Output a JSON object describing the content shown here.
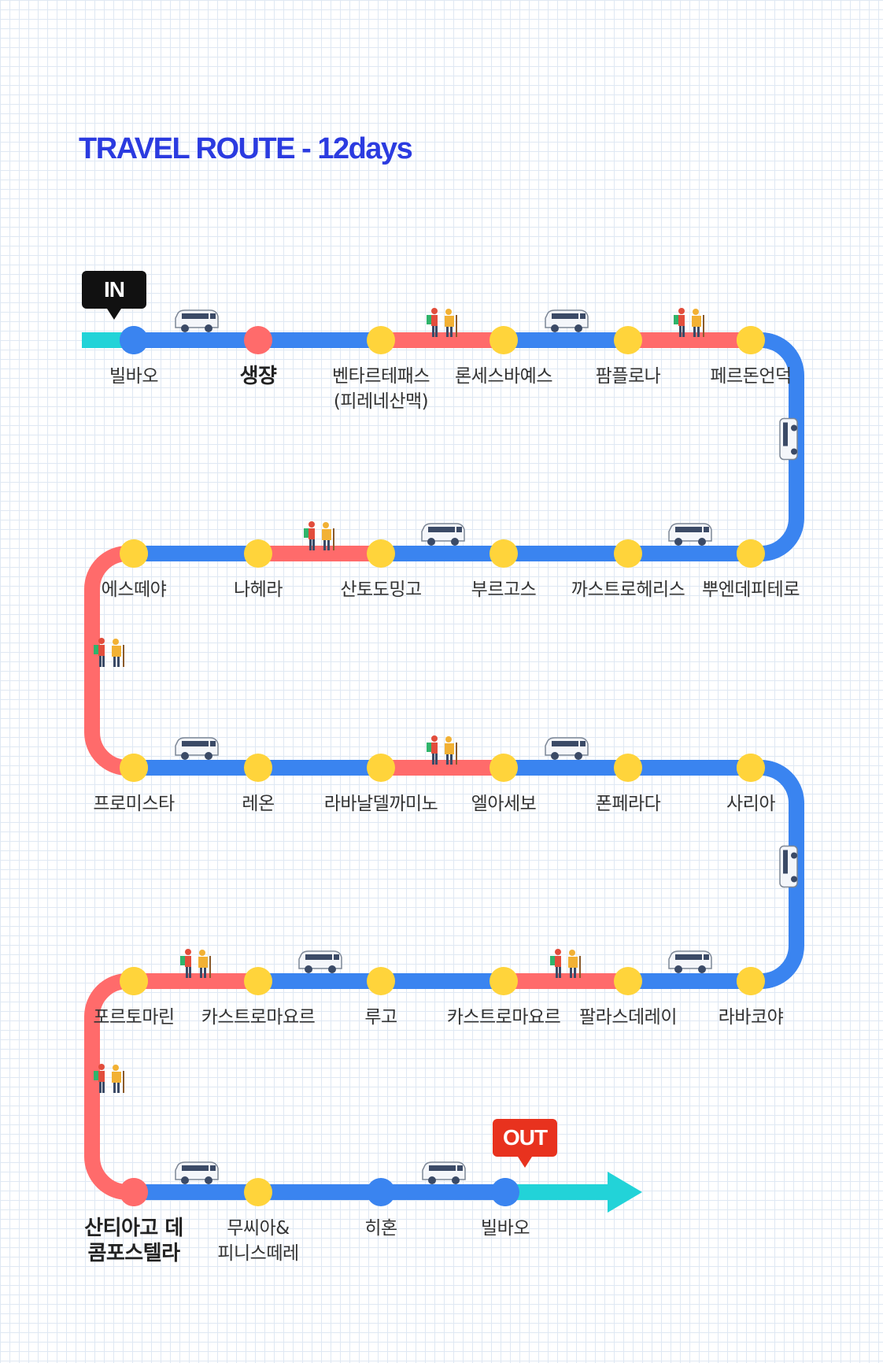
{
  "title": "TRAVEL ROUTE - 12days",
  "tags": {
    "in": "IN",
    "out": "OUT"
  },
  "colors": {
    "drive": "#3a84f0",
    "walk": "#ff6b6b",
    "transfer": "#22d3d8",
    "stop": "#ffd43b",
    "city": "#3a84f0",
    "highlight": "#ff6b6b",
    "title": "#2b3be0"
  },
  "legend_icons": [
    "van-icon",
    "hiker-icon"
  ],
  "rows": [
    {
      "stops": [
        {
          "lines": [
            "빌바오"
          ],
          "kind": "city"
        },
        {
          "lines": [
            "생쟝"
          ],
          "kind": "highlight",
          "bold": true
        },
        {
          "lines": [
            "벤타르테패스",
            "(피레네산맥)"
          ],
          "kind": "stop"
        },
        {
          "lines": [
            "론세스바예스"
          ],
          "kind": "stop"
        },
        {
          "lines": [
            "팜플로나"
          ],
          "kind": "stop"
        },
        {
          "lines": [
            "페르돈언덕"
          ],
          "kind": "stop"
        }
      ],
      "segments": [
        "drive",
        "drive",
        "walk",
        "drive",
        "walk"
      ],
      "icons": [
        "van-icon",
        "",
        "hiker-icon",
        "van-icon",
        "hiker-icon"
      ]
    },
    {
      "stops": [
        {
          "lines": [
            "뿌엔데피테로"
          ],
          "kind": "stop"
        },
        {
          "lines": [
            "까스트로헤리스"
          ],
          "kind": "stop"
        },
        {
          "lines": [
            "부르고스"
          ],
          "kind": "stop"
        },
        {
          "lines": [
            "산토도밍고"
          ],
          "kind": "stop"
        },
        {
          "lines": [
            "나헤라"
          ],
          "kind": "stop"
        },
        {
          "lines": [
            "에스떼야"
          ],
          "kind": "stop"
        }
      ],
      "segments": [
        "drive",
        "drive",
        "drive",
        "walk",
        "drive"
      ],
      "icons": [
        "van-icon",
        "",
        "van-icon",
        "hiker-icon",
        ""
      ]
    },
    {
      "stops": [
        {
          "lines": [
            "프로미스타"
          ],
          "kind": "stop"
        },
        {
          "lines": [
            "레온"
          ],
          "kind": "stop"
        },
        {
          "lines": [
            "라바날델까미노"
          ],
          "kind": "stop"
        },
        {
          "lines": [
            "엘아세보"
          ],
          "kind": "stop"
        },
        {
          "lines": [
            "폰페라다"
          ],
          "kind": "stop"
        },
        {
          "lines": [
            "사리아"
          ],
          "kind": "stop"
        }
      ],
      "segments": [
        "drive",
        "drive",
        "walk",
        "drive",
        "drive"
      ],
      "icons": [
        "van-icon",
        "",
        "hiker-icon",
        "van-icon",
        ""
      ]
    },
    {
      "stops": [
        {
          "lines": [
            "라바코야"
          ],
          "kind": "stop"
        },
        {
          "lines": [
            "팔라스데레이"
          ],
          "kind": "stop"
        },
        {
          "lines": [
            "카스트로마요르"
          ],
          "kind": "stop"
        },
        {
          "lines": [
            "루고"
          ],
          "kind": "stop"
        },
        {
          "lines": [
            "카스트로마요르"
          ],
          "kind": "stop"
        },
        {
          "lines": [
            "포르토마린"
          ],
          "kind": "stop"
        }
      ],
      "segments": [
        "drive",
        "walk",
        "drive",
        "drive",
        "walk"
      ],
      "icons": [
        "van-icon",
        "hiker-icon",
        "",
        "van-icon",
        "hiker-icon"
      ]
    },
    {
      "stops": [
        {
          "lines": [
            "산티아고 데",
            "콤포스텔라"
          ],
          "kind": "highlight",
          "bold": true
        },
        {
          "lines": [
            "무씨아&",
            "피니스떼레"
          ],
          "kind": "stop"
        },
        {
          "lines": [
            "히혼"
          ],
          "kind": "city"
        },
        {
          "lines": [
            "빌바오"
          ],
          "kind": "city"
        }
      ],
      "segments": [
        "drive",
        "drive",
        "drive"
      ],
      "icons": [
        "van-icon",
        "",
        "van-icon"
      ]
    }
  ],
  "turns": [
    {
      "side": "right",
      "type": "drive",
      "icon": "bus-icon"
    },
    {
      "side": "left",
      "type": "walk",
      "icon": "hiker-icon"
    },
    {
      "side": "right",
      "type": "drive",
      "icon": "bus-icon"
    },
    {
      "side": "left",
      "type": "walk",
      "icon": "hiker-icon"
    }
  ]
}
